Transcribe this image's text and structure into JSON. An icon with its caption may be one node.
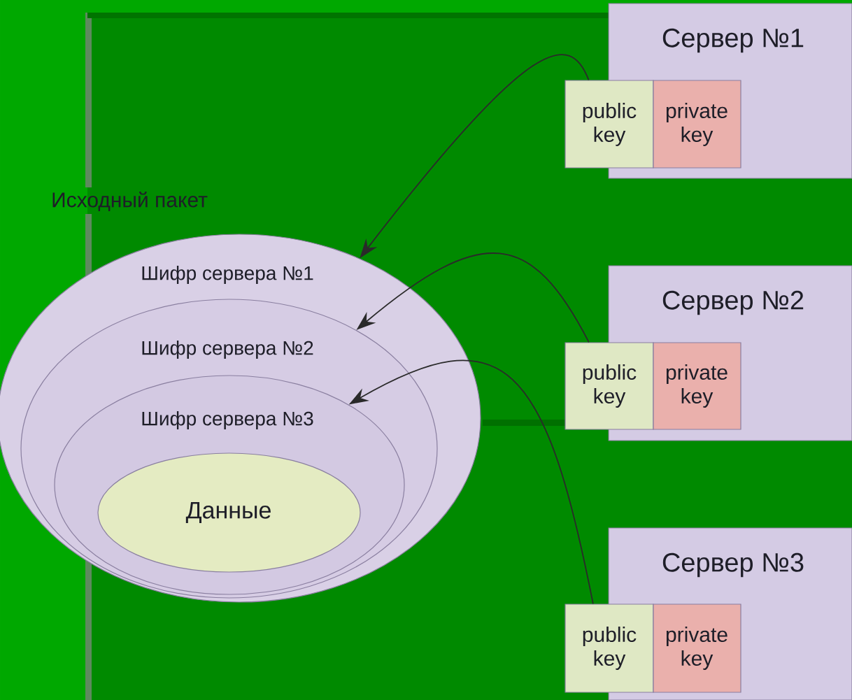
{
  "diagram": {
    "nodes": [
      {
        "text": [
          "Исходный пакет",
          "Шифр сервера №1"
        ]
      },
      {
        "text": [
          "Шифр сервера №2"
        ],
        "in": 0
      },
      {
        "text": [
          "Шифр сервера №3"
        ],
        "in": 1
      },
      {
        "text": [
          "Данные"
        ],
        "in": 2
      },
      {
        "text": [
          "Сервер №1"
        ]
      },
      {
        "text": [
          "public key"
        ]
      },
      {
        "text": [
          "private key"
        ],
        "in": 4
      },
      {
        "text": [
          "Сервер №2"
        ]
      },
      {
        "text": [
          "public key"
        ]
      },
      {
        "text": [
          "private key"
        ],
        "in": 7
      },
      {
        "text": [
          "Сервер №3"
        ]
      },
      {
        "text": [
          "public key"
        ]
      },
      {
        "text": [
          "private key"
        ],
        "in": 10
      }
    ],
    "edges": [
      {
        "from": 5,
        "to": 0,
        "arrow": "to"
      },
      {
        "from": 8,
        "to": 1,
        "arrow": "to"
      },
      {
        "from": 11,
        "to": 2,
        "arrow": "to"
      }
    ]
  }
}
